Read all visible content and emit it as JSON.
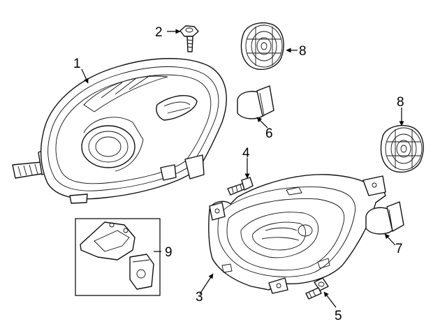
{
  "diagram": {
    "callouts": [
      {
        "id": "1",
        "label": "1"
      },
      {
        "id": "2",
        "label": "2"
      },
      {
        "id": "3",
        "label": "3"
      },
      {
        "id": "4",
        "label": "4"
      },
      {
        "id": "5",
        "label": "5"
      },
      {
        "id": "6",
        "label": "6"
      },
      {
        "id": "7",
        "label": "7"
      },
      {
        "id": "8a",
        "label": "8"
      },
      {
        "id": "8b",
        "label": "8"
      },
      {
        "id": "9",
        "label": "9"
      }
    ],
    "colors": {
      "line": "#111111",
      "background": "#ffffff"
    }
  }
}
